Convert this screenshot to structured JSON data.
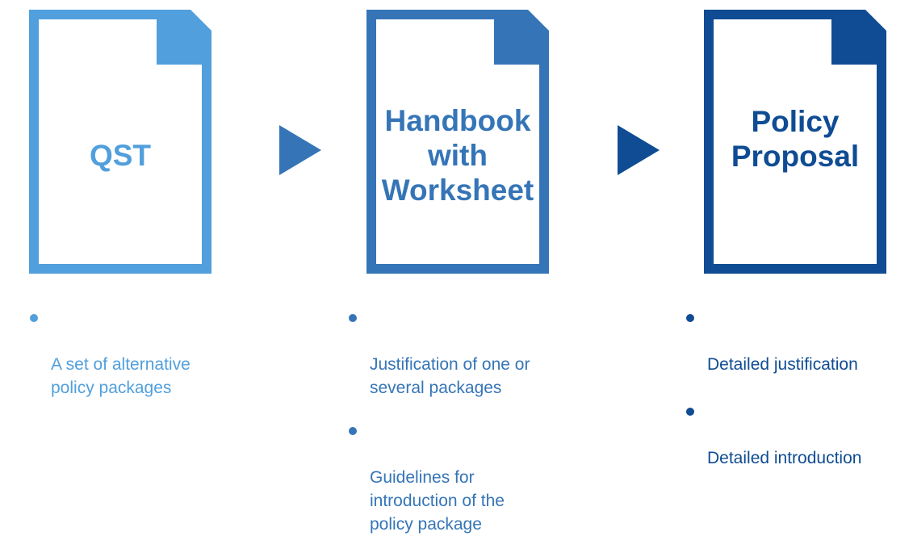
{
  "colors": {
    "light": "#519fdc",
    "medium": "#3575b7",
    "dark": "#0f4c93"
  },
  "icons": {
    "document": "document-icon",
    "arrow": "triangle-right-icon",
    "bullet": "dot-icon"
  },
  "stages": [
    {
      "title": "QST",
      "bullets": [
        "A set of alternative\npolicy packages"
      ]
    },
    {
      "title": "Handbook\nwith\nWorksheet",
      "bullets": [
        "Justification of one or\nseveral packages",
        "Guidelines for\nintroduction of the\npolicy package"
      ]
    },
    {
      "title": "Policy\nProposal",
      "bullets": [
        "Detailed justification",
        "Detailed introduction"
      ]
    }
  ]
}
